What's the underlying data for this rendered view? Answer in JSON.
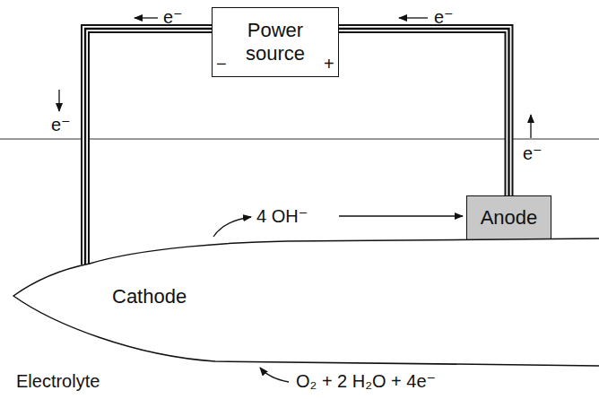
{
  "diagram": {
    "nodes": [
      {
        "text": [
          "Power source"
        ]
      },
      {
        "text": [
          "Anode"
        ]
      },
      {
        "text": [
          "Cathode"
        ]
      }
    ],
    "edges": [
      {
        "from": 0,
        "to": 2,
        "arrow": "none"
      },
      {
        "from": 0,
        "to": 1,
        "arrow": "none"
      }
    ],
    "labels": [
      "−",
      "+",
      "e⁻",
      "e⁻",
      "e⁻",
      "e⁻",
      "4 OH⁻",
      "O₂ + 2 H₂O + 4e⁻",
      "Electrolyte"
    ]
  }
}
